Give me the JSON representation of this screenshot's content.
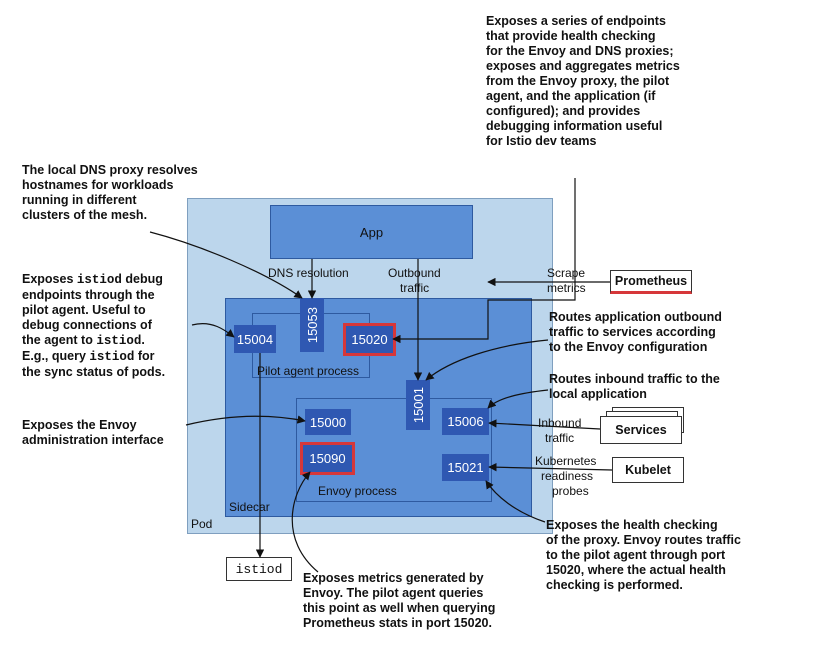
{
  "containers": {
    "pod": "Pod",
    "sidecar": "Sidecar",
    "pilot_agent": "Pilot agent process",
    "envoy": "Envoy process",
    "app": "App"
  },
  "ports": {
    "p15004": "15004",
    "p15053": "15053",
    "p15020": "15020",
    "p15001": "15001",
    "p15000": "15000",
    "p15006": "15006",
    "p15090": "15090",
    "p15021": "15021"
  },
  "labels": {
    "dns_resolution": "DNS resolution",
    "outbound_traffic_1": "Outbound",
    "outbound_traffic_2": "traffic",
    "scrape_metrics_1": "Scrape",
    "scrape_metrics_2": "metrics",
    "inbound_traffic_1": "Inbound",
    "inbound_traffic_2": "traffic",
    "kube_probes_1": "Kubernetes",
    "kube_probes_2": "readiness",
    "kube_probes_3": "probes"
  },
  "external": {
    "prometheus": "Prometheus",
    "services": "Services",
    "kubelet": "Kubelet",
    "istiod": "istiod"
  },
  "annotations": {
    "health_endpoints": [
      "Exposes a series of endpoints",
      "that provide health checking",
      "for the Envoy and DNS proxies;",
      "exposes and aggregates metrics",
      "from the Envoy proxy, the pilot",
      "agent, and the application (if",
      "configured); and provides",
      "debugging information useful",
      "for Istio dev teams"
    ],
    "dns_proxy": [
      "The local DNS proxy resolves",
      "hostnames for workloads",
      "running in different",
      "clusters of the mesh."
    ],
    "istiod_debug": {
      "l1a": "Exposes ",
      "l1code": "istiod",
      "l1b": " debug",
      "l2": "endpoints through the",
      "l3": "pilot agent. Useful to",
      "l4": "debug connections of",
      "l5a": "the agent to ",
      "l5code": "istiod",
      "l5b": ".",
      "l6a": "E.g., query ",
      "l6code": "istiod",
      "l6b": " for",
      "l7": "the sync status of pods."
    },
    "envoy_admin": [
      "Exposes the Envoy",
      "administration interface"
    ],
    "outbound_routes": [
      "Routes application outbound",
      "traffic to services according",
      "to the Envoy configuration"
    ],
    "inbound_routes": [
      "Routes inbound traffic to the",
      "local application"
    ],
    "proxy_health": [
      "Exposes the health checking",
      "of the proxy. Envoy routes traffic",
      "to the pilot agent through port",
      "15020, where the actual health",
      "checking is performed."
    ],
    "envoy_metrics": [
      "Exposes metrics generated by",
      "Envoy. The pilot agent queries",
      "this point as well when querying",
      "Prometheus stats in port 15020."
    ]
  },
  "colors": {
    "pod_bg": "#bcd6ec",
    "sidecar_bg": "#5b8fd6",
    "port_bg": "#2f58b2",
    "highlight": "#d6373a"
  }
}
